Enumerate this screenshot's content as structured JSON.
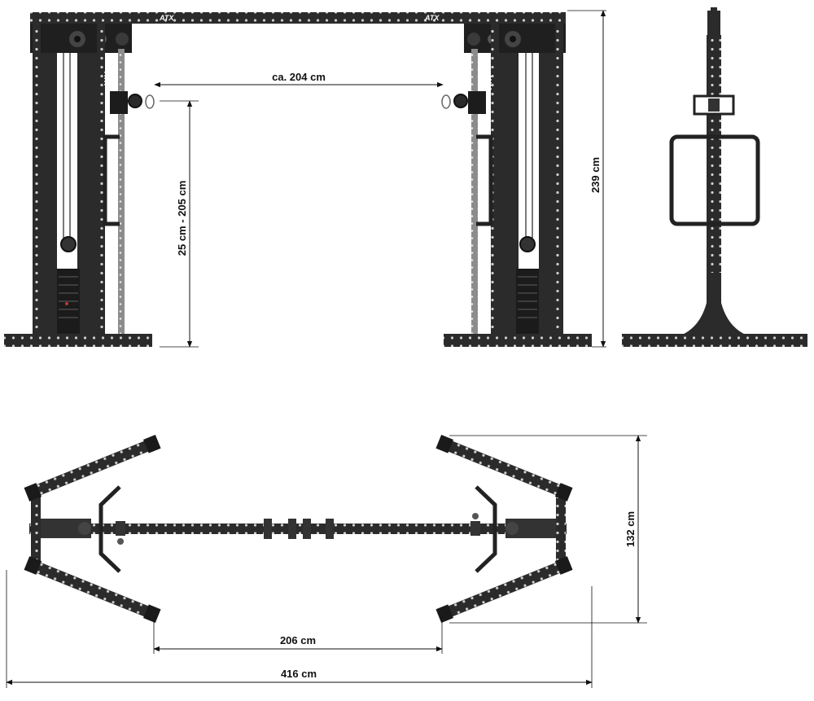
{
  "brand": "ATX",
  "dimensions": {
    "cable_spacing": "ca. 204 cm",
    "pulley_range": "25 cm - 205 cm",
    "total_height": "239 cm",
    "depth": "132 cm",
    "inner_width": "206 cm",
    "total_width": "416 cm"
  },
  "colors": {
    "frame": "#2b2b2b",
    "frame_dark": "#1a1a1a",
    "rail": "#8c8c8c",
    "dimension_line": "#111111"
  }
}
